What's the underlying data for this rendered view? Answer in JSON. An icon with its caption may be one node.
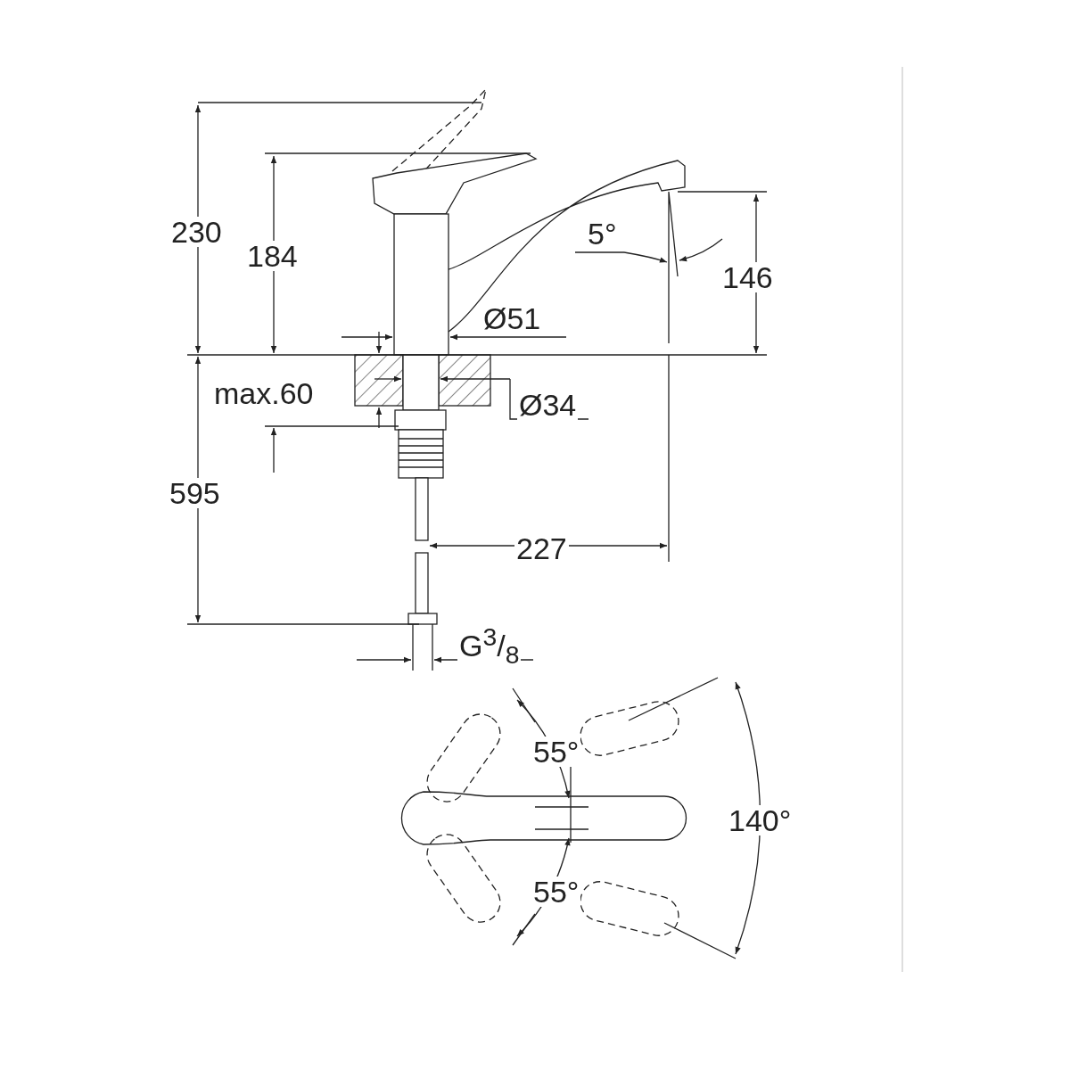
{
  "diagram": {
    "labels": [
      "230",
      "184",
      "5°",
      "146",
      "Ø51",
      "max.60",
      "Ø34",
      "595",
      "227",
      "G$^{3}$/$_{8}$",
      "55°",
      "140°",
      "55°"
    ]
  }
}
